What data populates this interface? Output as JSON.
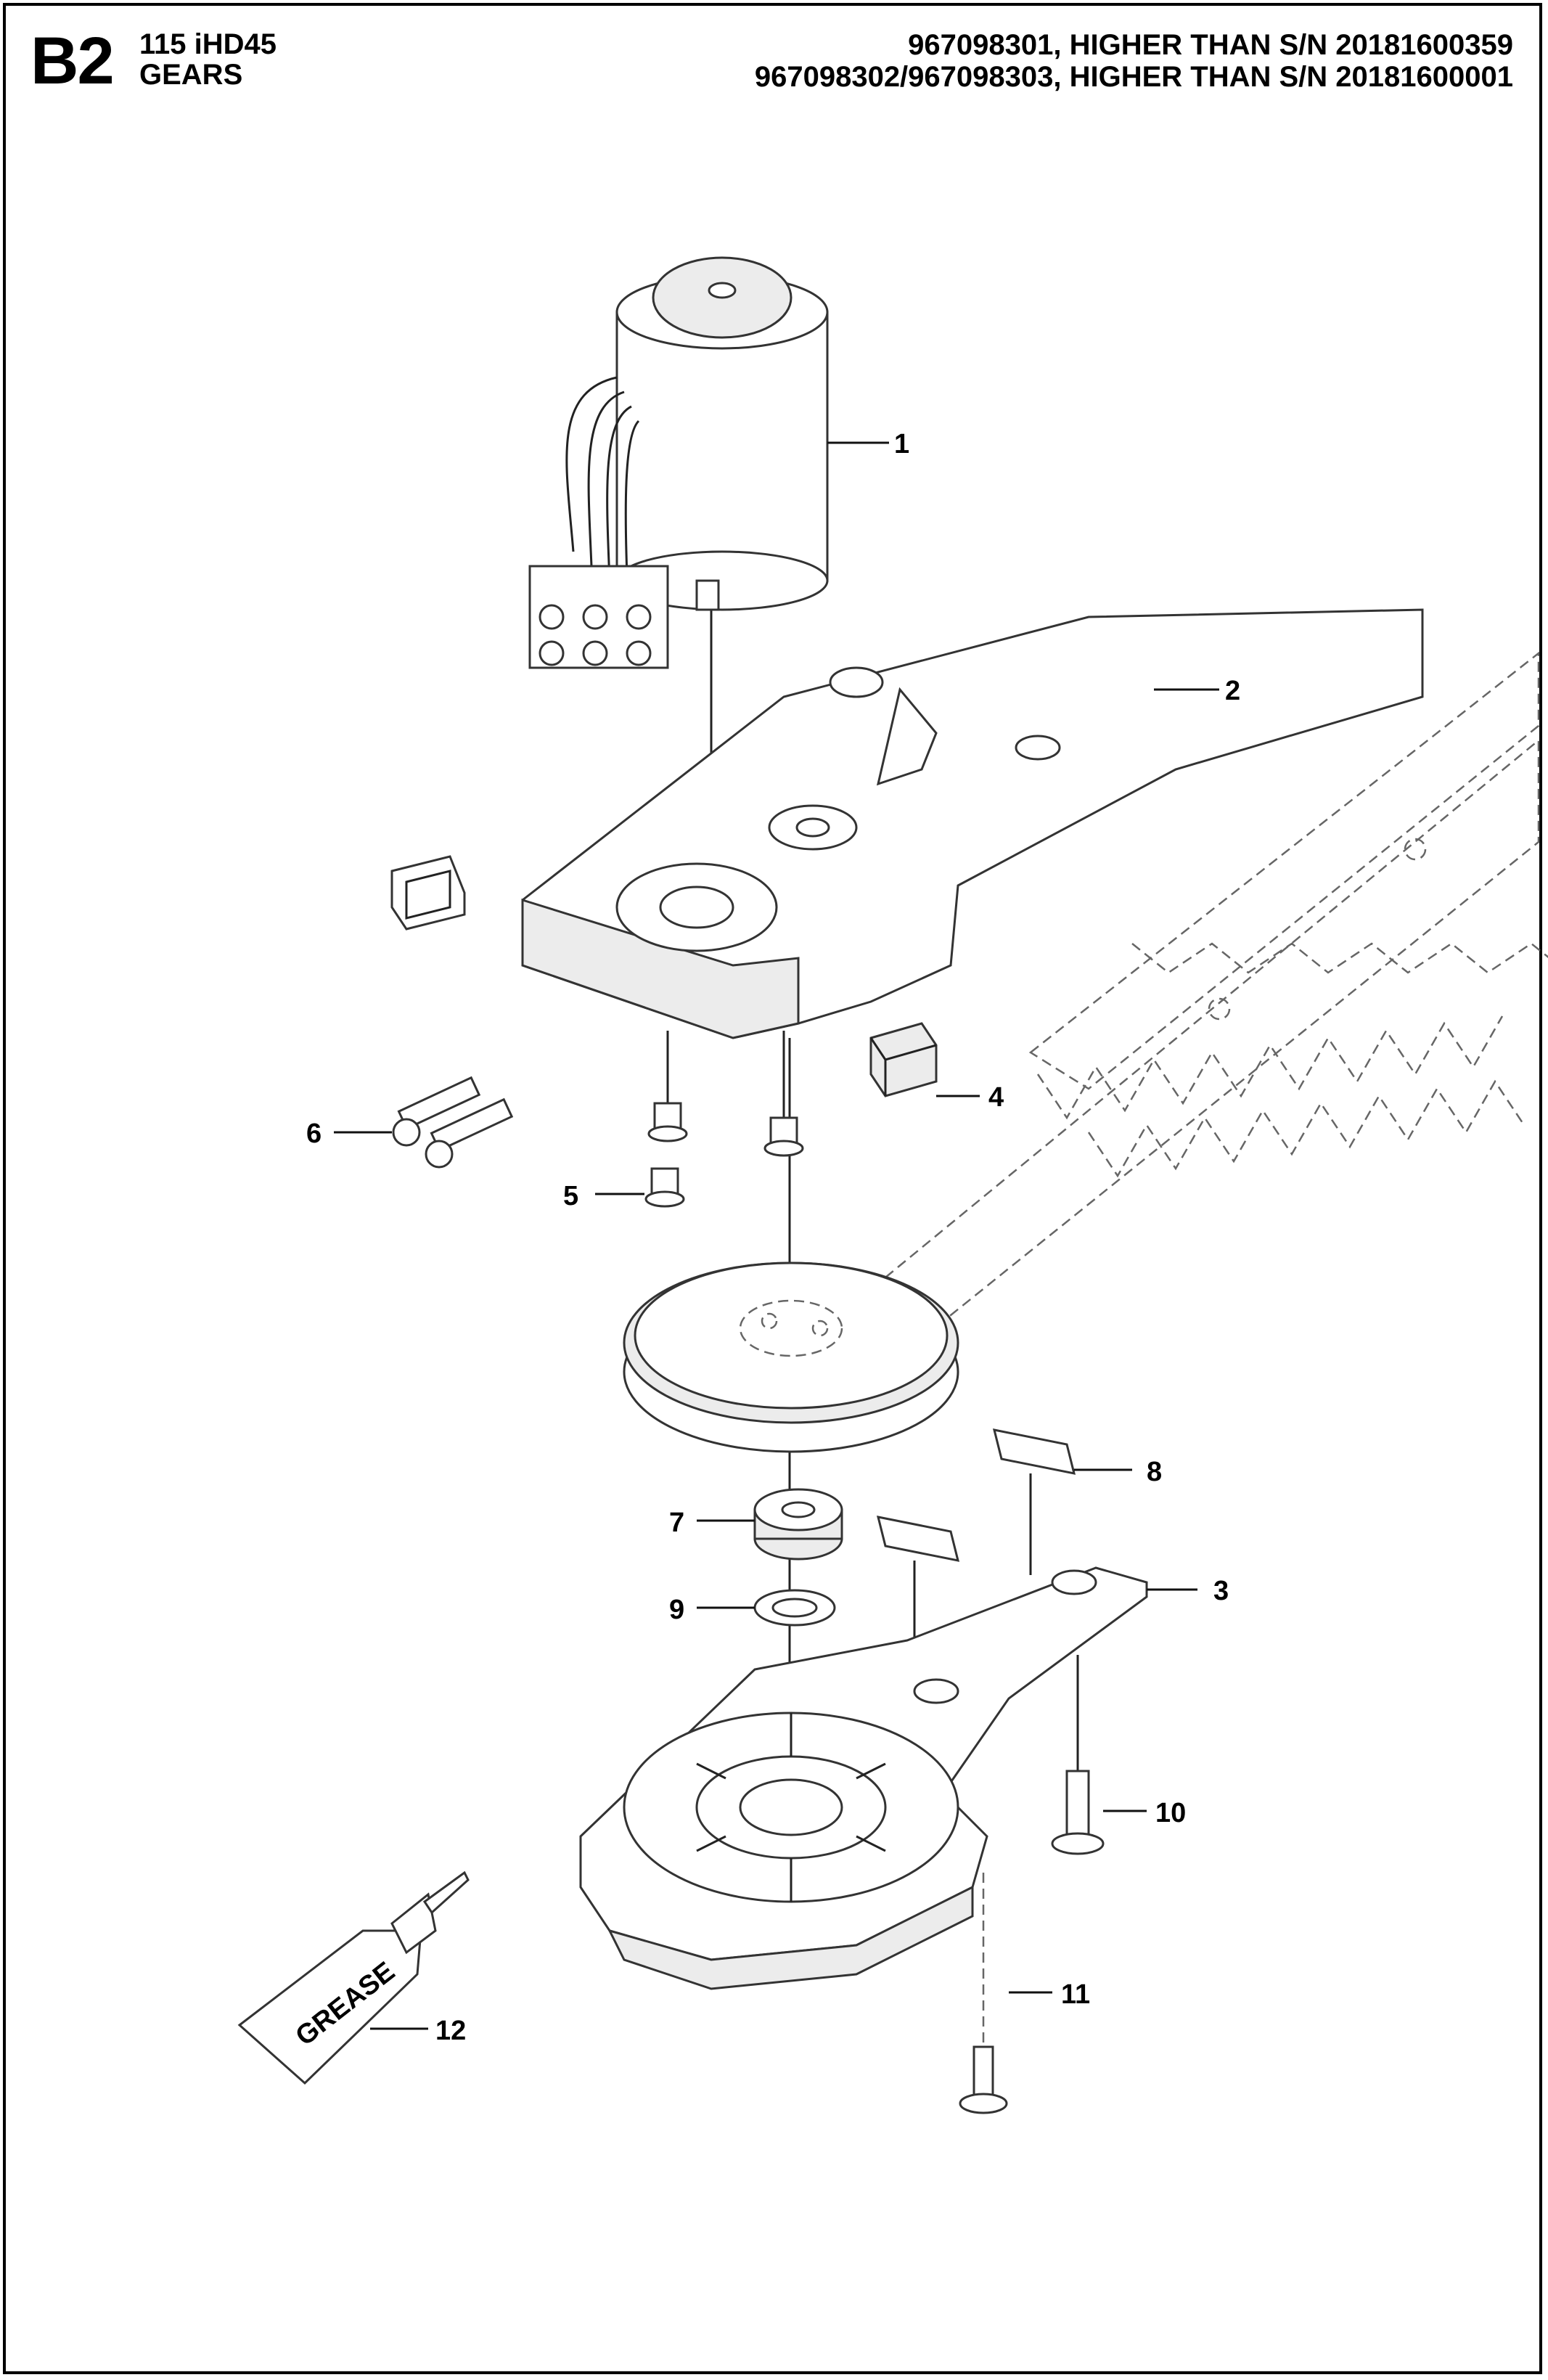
{
  "header": {
    "section_code": "B2",
    "model": "115 iHD45",
    "group": "GEARS",
    "serial_lines": [
      "967098301, HIGHER THAN S/N 20181600359",
      "967098302/967098303, HIGHER THAN S/N 20181600001"
    ]
  },
  "parts": [
    {
      "id": "motor",
      "callout": "1"
    },
    {
      "id": "gear-housing",
      "callout": "2"
    },
    {
      "id": "gear-cover",
      "callout": "3"
    },
    {
      "id": "rubber-block",
      "callout": "4"
    },
    {
      "id": "pin",
      "callout": "5"
    },
    {
      "id": "screw-pair",
      "callout": "6"
    },
    {
      "id": "ball-bearing",
      "callout": "7"
    },
    {
      "id": "felt-pad",
      "callout": "8"
    },
    {
      "id": "washer",
      "callout": "9"
    },
    {
      "id": "cover-screw",
      "callout": "10"
    },
    {
      "id": "screw-short",
      "callout": "11"
    },
    {
      "id": "grease-tube",
      "callout": "12"
    }
  ],
  "grease_label": "GREASE",
  "colors": {
    "line": "#222222",
    "fill": "#ffffff",
    "shade": "#ececec"
  }
}
